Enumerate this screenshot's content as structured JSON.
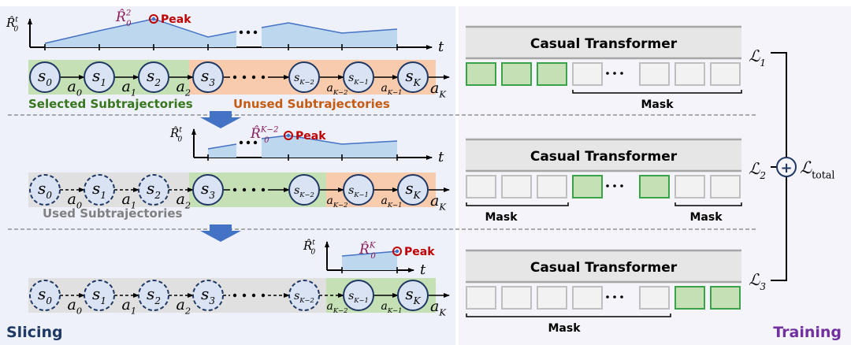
{
  "colors": {
    "left_panel_bg": "#eef1fa",
    "right_panel_bg": "#f5f4fa",
    "selected_green": "#c5e0b4",
    "unused_orange": "#f8cbad",
    "used_gray": "#e0e0e0",
    "node_fill": "#dae3f3",
    "node_stroke": "#203864",
    "curve_fill": "#bdd7ee",
    "curve_stroke": "#4472c4",
    "peak_red": "#c00000",
    "peak_label_purple": "#8b1a5a",
    "arrow_blue": "#4472c4",
    "selected_label": "#38761d",
    "unused_label": "#c55a11",
    "used_label": "#808080",
    "slicing_label": "#1f3864",
    "training_label": "#7030a0",
    "token_green_fill": "#c5e0b4",
    "token_green_stroke": "#3aa34a",
    "token_gray_fill": "#f2f2f2",
    "token_gray_stroke": "#bfbfbf",
    "transformer_fill": "#e6e6e6",
    "transformer_edge": "#a6a6a6"
  },
  "slicing": {
    "title": "Slicing",
    "axis_y_label": "R̂₀ᵗ",
    "axis_x_label": "t",
    "ellipsis": "···",
    "rows": [
      {
        "peak_label_base": "R̂",
        "peak_label_sub": "0",
        "peak_label_sup": "2",
        "peak_text": "Peak",
        "states": [
          "s0",
          "s1",
          "s2",
          "s3",
          "…",
          "sK-2",
          "sK-1",
          "sK"
        ],
        "state_labels": [
          {
            "base": "s",
            "sub": "0"
          },
          {
            "base": "s",
            "sub": "1"
          },
          {
            "base": "s",
            "sub": "2"
          },
          {
            "base": "s",
            "sub": "3"
          },
          {
            "base": "s",
            "sub": "K−2"
          },
          {
            "base": "s",
            "sub": "K−1"
          },
          {
            "base": "s",
            "sub": "K"
          }
        ],
        "action_labels": [
          {
            "base": "a",
            "sub": "0"
          },
          {
            "base": "a",
            "sub": "1"
          },
          {
            "base": "a",
            "sub": "2"
          },
          {
            "base": "a",
            "sub": "K−2"
          },
          {
            "base": "a",
            "sub": "K−1"
          },
          {
            "base": "a",
            "sub": "K"
          }
        ],
        "region_labels": {
          "selected": "Selected Subtrajectories",
          "unused": "Unused Subtrajectories"
        }
      },
      {
        "peak_label_base": "R̂",
        "peak_label_sub": "0",
        "peak_label_sup": "K−2",
        "peak_text": "Peak",
        "region_labels": {
          "used": "Used Subtrajectories"
        }
      },
      {
        "peak_label_base": "R̂",
        "peak_label_sub": "0",
        "peak_label_sup": "K",
        "peak_text": "Peak"
      }
    ]
  },
  "training": {
    "title": "Training",
    "transformers": [
      {
        "label": "Casual Transformer",
        "tokens": [
          "green",
          "green",
          "green",
          "gray",
          "dots",
          "gray",
          "gray",
          "gray"
        ],
        "mask_labels": [
          "Mask"
        ],
        "loss": {
          "base": "ℒ",
          "sub": "1"
        }
      },
      {
        "label": "Casual Transformer",
        "tokens": [
          "gray",
          "gray",
          "gray",
          "green",
          "dots",
          "green",
          "gray",
          "gray"
        ],
        "mask_labels": [
          "Mask",
          "Mask"
        ],
        "loss": {
          "base": "ℒ",
          "sub": "2"
        }
      },
      {
        "label": "Casual Transformer",
        "tokens": [
          "gray",
          "gray",
          "gray",
          "gray",
          "dots",
          "gray",
          "green",
          "green"
        ],
        "mask_labels": [
          "Mask"
        ],
        "loss": {
          "base": "ℒ",
          "sub": "3"
        }
      }
    ],
    "sum_symbol": "+",
    "total_loss": {
      "base": "ℒ",
      "sub": "total"
    }
  }
}
